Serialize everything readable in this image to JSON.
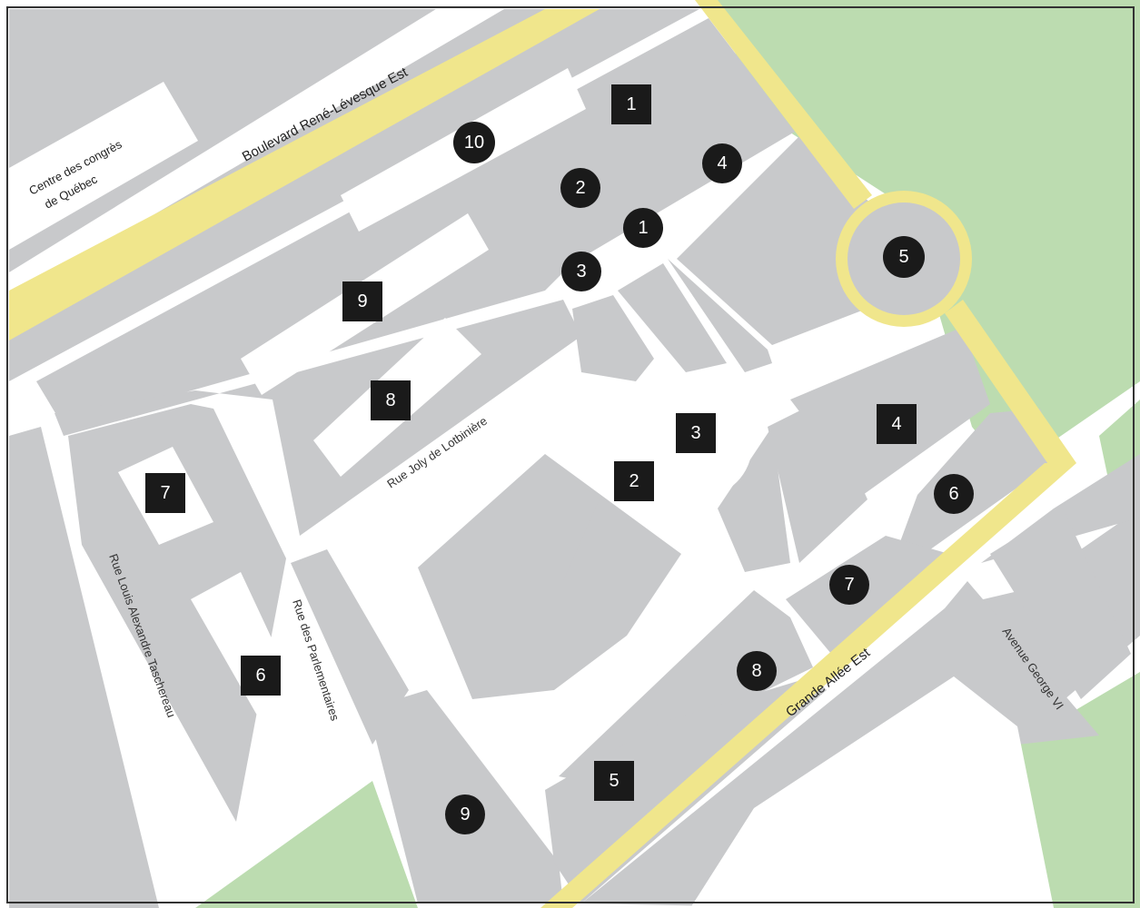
{
  "colors": {
    "block": "#c8c9cb",
    "street": "#ffffff",
    "major_road": "#f0e68c",
    "park": "#bcdcb0",
    "building": "#ffffff",
    "marker": "#1a1a1a",
    "frame": "#333333"
  },
  "labels": {
    "boulevard": "Boulevard René-Lévesque Est",
    "grande_allee": "Grande Allée Est",
    "joly": "Rue Joly de Lotbinière",
    "parlementaires": "Rue des Parlementaires",
    "taschereau": "Rue Louis Alexandre Taschereau",
    "george_vi": "Avenue George VI",
    "centre_line1": "Centre des congrès",
    "centre_line2": "de Québec"
  },
  "square_markers": [
    {
      "label": "1",
      "name": "square-marker-1"
    },
    {
      "label": "2",
      "name": "square-marker-2"
    },
    {
      "label": "3",
      "name": "square-marker-3"
    },
    {
      "label": "4",
      "name": "square-marker-4"
    },
    {
      "label": "5",
      "name": "square-marker-5"
    },
    {
      "label": "6",
      "name": "square-marker-6"
    },
    {
      "label": "7",
      "name": "square-marker-7"
    },
    {
      "label": "8",
      "name": "square-marker-8"
    },
    {
      "label": "9",
      "name": "square-marker-9"
    }
  ],
  "circle_markers": [
    {
      "label": "1",
      "name": "circle-marker-1"
    },
    {
      "label": "2",
      "name": "circle-marker-2"
    },
    {
      "label": "3",
      "name": "circle-marker-3"
    },
    {
      "label": "4",
      "name": "circle-marker-4"
    },
    {
      "label": "5",
      "name": "circle-marker-5"
    },
    {
      "label": "6",
      "name": "circle-marker-6"
    },
    {
      "label": "7",
      "name": "circle-marker-7"
    },
    {
      "label": "8",
      "name": "circle-marker-8"
    },
    {
      "label": "9",
      "name": "circle-marker-9"
    },
    {
      "label": "10",
      "name": "circle-marker-10"
    }
  ]
}
